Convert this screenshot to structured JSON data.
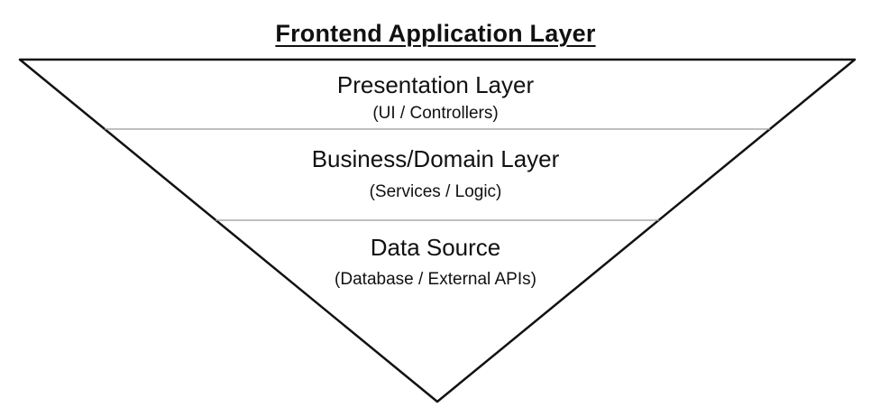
{
  "title": "Frontend Application Layer",
  "funnel": {
    "layers": [
      {
        "label": "Presentation Layer",
        "sublabel": "(UI / Controllers)"
      },
      {
        "label": "Business/Domain Layer",
        "sublabel": "(Services / Logic)"
      },
      {
        "label": "Data Source",
        "sublabel": "(Database / External APIs)"
      }
    ]
  },
  "colors": {
    "outline": "#111111",
    "divider": "#999999",
    "text": "#111111",
    "background": "#ffffff"
  }
}
